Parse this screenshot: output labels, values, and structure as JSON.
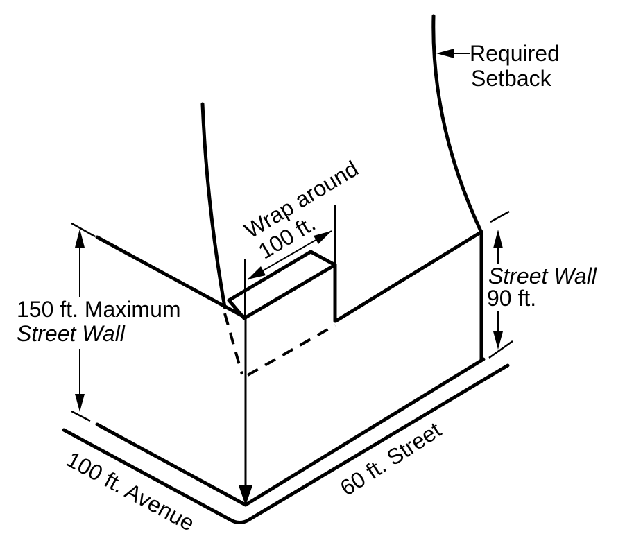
{
  "colors": {
    "ink": "#000000",
    "background": "#ffffff"
  },
  "labels": {
    "required_setback": {
      "line1": "Required",
      "line2": "Setback"
    },
    "wrap_around": {
      "line1": "Wrap around",
      "line2": "100 ft."
    },
    "max_street_wall": {
      "line1": "150 ft. Maximum",
      "line2": "Street Wall"
    },
    "street_wall_90": {
      "line1": "Street Wall",
      "line2": "90 ft."
    },
    "avenue": "100 ft. Avenue",
    "street": "60 ft. Street"
  }
}
